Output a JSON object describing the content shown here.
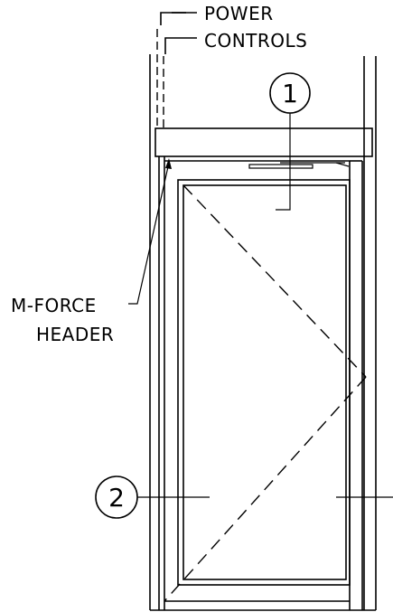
{
  "labels": {
    "power": "POWER",
    "controls": "CONTROLS",
    "mforce": "M-FORCE",
    "header": "HEADER"
  },
  "callouts": {
    "one": "1",
    "two": "2"
  }
}
